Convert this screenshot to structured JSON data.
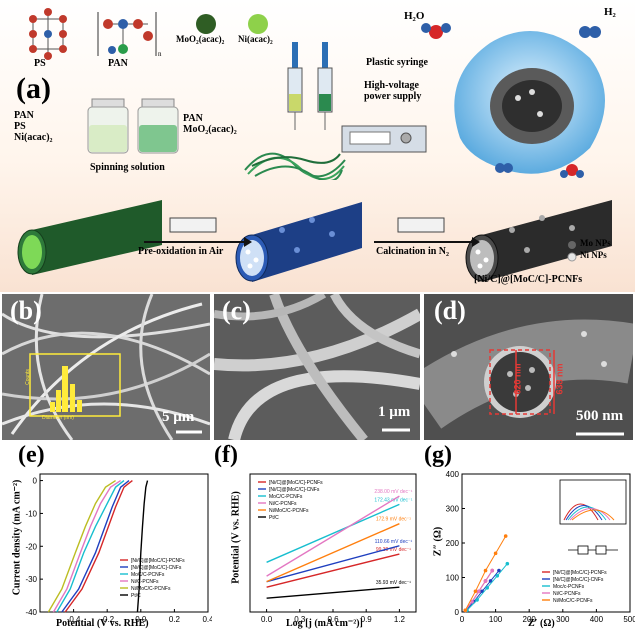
{
  "panel_a": {
    "letter": "(a)",
    "molecules": [
      "PS",
      "PAN",
      "MoO₂(acac)₂",
      "Ni(acac)₂"
    ],
    "subscript_n": "n",
    "h2o": "H₂O",
    "h2": "H₂",
    "syringe_label": "Plastic syringe",
    "power_label_1": "High-voltage",
    "power_label_2": "power supply",
    "left_list": [
      "PAN",
      "PS",
      "Ni(acac)₂"
    ],
    "right_list": [
      "PAN",
      "MoO₂(acac)₂"
    ],
    "spinning": "Spinning solution",
    "step1": "Pre-oxidation in Air",
    "step2": "Calcination in N₂",
    "legend_mo": "Mo NPs",
    "legend_ni": "Ni NPs",
    "product": "[Ni/C]@[MoC/C]-PCNFs",
    "colors": {
      "fiber_green": "#1f5a2a",
      "fiber_blue": "#1d3f86",
      "fiber_black": "#2b2b2b",
      "water": "#6fb8e6"
    }
  },
  "panel_b": {
    "letter": "(b)",
    "scale": "5 μm",
    "inset_xlabel": "Diameter (nm)",
    "inset_ylabel": "Counts"
  },
  "panel_c": {
    "letter": "(c)",
    "scale": "1 μm"
  },
  "panel_d": {
    "letter": "(d)",
    "scale": "500 nm",
    "dim1": "620 nm",
    "dim2": "638 nm"
  },
  "panel_e": {
    "letter": "(e)",
    "chart_data": {
      "type": "line",
      "xlabel": "Potential (V vs. RHE)",
      "ylabel": "Current density (mA cm⁻²)",
      "xlim": [
        -0.6,
        0.4
      ],
      "ylim": [
        -40,
        2
      ],
      "xticks": [
        "-0.4",
        "-0.2",
        "0.0",
        "0.2",
        "0.4"
      ],
      "yticks": [
        "0",
        "-10",
        "-20",
        "-30",
        "-40"
      ],
      "legend_position": "bottom-right",
      "series": [
        {
          "name": "[Ni/C]@[MoC/C]-PCNFs",
          "color": "#d62728",
          "x": [
            -0.45,
            -0.35,
            -0.25,
            -0.2,
            -0.15,
            -0.1,
            -0.05
          ],
          "y": [
            -40,
            -33,
            -22,
            -15,
            -8,
            -2,
            0
          ]
        },
        {
          "name": "[Ni/C]@[MoC/C]-CNFs",
          "color": "#1f3fbf",
          "x": [
            -0.47,
            -0.37,
            -0.27,
            -0.22,
            -0.17,
            -0.12,
            -0.07
          ],
          "y": [
            -40,
            -33,
            -22,
            -15,
            -8,
            -2,
            0
          ]
        },
        {
          "name": "MoC/C-PCNFs",
          "color": "#17becf",
          "x": [
            -0.5,
            -0.42,
            -0.34,
            -0.27,
            -0.2,
            -0.15,
            -0.1
          ],
          "y": [
            -40,
            -33,
            -22,
            -14,
            -7,
            -2,
            0
          ]
        },
        {
          "name": "Ni/C-PCNFs",
          "color": "#e377c2",
          "x": [
            -0.52,
            -0.44,
            -0.36,
            -0.3,
            -0.24,
            -0.18,
            -0.12
          ],
          "y": [
            -40,
            -33,
            -22,
            -14,
            -7,
            -2,
            0
          ]
        },
        {
          "name": "Ni/MoC/C-PCNFs",
          "color": "#bcbd22",
          "x": [
            -0.55,
            -0.47,
            -0.39,
            -0.33,
            -0.27,
            -0.21,
            -0.15
          ],
          "y": [
            -40,
            -33,
            -22,
            -14,
            -7,
            -2,
            0
          ]
        },
        {
          "name": "Pt/C",
          "color": "#000000",
          "x": [
            -0.02,
            -0.01,
            0.0,
            0.01,
            0.02,
            0.03,
            0.04
          ],
          "y": [
            -40,
            -33,
            -22,
            -14,
            -7,
            -2,
            0
          ]
        }
      ]
    }
  },
  "panel_f": {
    "letter": "(f)",
    "chart_data": {
      "type": "line",
      "xlabel": "Log [j (mA cm⁻²)]",
      "ylabel": "Potential (V vs. RHE)",
      "xlim": [
        -0.15,
        1.35
      ],
      "ylim": [
        -0.05,
        0.45
      ],
      "xticks": [
        "0.0",
        "0.3",
        "0.6",
        "0.9",
        "1.2"
      ],
      "legend_position": "top-left",
      "series": [
        {
          "name": "[Ni/C]@[MoC/C]-PCNFs",
          "color": "#d62728",
          "slope_label": "99.30 mV dec⁻¹",
          "x": [
            0.0,
            1.2
          ],
          "y": [
            0.04,
            0.16
          ]
        },
        {
          "name": "[Ni/C]@[MoC/C]-CNFs",
          "color": "#1f3fbf",
          "slope_label": "110.66 mV dec⁻¹",
          "x": [
            0.0,
            1.2
          ],
          "y": [
            0.06,
            0.19
          ]
        },
        {
          "name": "MoC/C-PCNFs",
          "color": "#17becf",
          "slope_label": "172.43 mV dec⁻¹",
          "x": [
            0.0,
            1.2
          ],
          "y": [
            0.13,
            0.34
          ]
        },
        {
          "name": "Ni/C-PCNFs",
          "color": "#e377c2",
          "slope_label": "238.00 mV dec⁻¹",
          "x": [
            0.0,
            1.2
          ],
          "y": [
            0.08,
            0.37
          ]
        },
        {
          "name": "Ni/MoC/C-PCNFs",
          "color": "#ff7f0e",
          "slope_label": "172.9 mV dec⁻¹",
          "x": [
            0.0,
            1.2
          ],
          "y": [
            0.06,
            0.27
          ]
        },
        {
          "name": "Pt/C",
          "color": "#000000",
          "slope_label": "35.93 mV dec⁻¹",
          "x": [
            0.0,
            1.2
          ],
          "y": [
            0.0,
            0.04
          ]
        }
      ]
    }
  },
  "panel_g": {
    "letter": "(g)",
    "chart_data": {
      "type": "scatter",
      "xlabel": "Z′ (Ω)",
      "ylabel": "Z″ (Ω)",
      "xlim": [
        0,
        500
      ],
      "ylim": [
        0,
        400
      ],
      "xticks": [
        "0",
        "100",
        "200",
        "300",
        "400",
        "500"
      ],
      "yticks": [
        "0",
        "100",
        "200",
        "300",
        "400"
      ],
      "legend_position": "bottom-right",
      "series": [
        {
          "name": "[Ni/C]@[MoC/C]-PCNFs",
          "color": "#d62728",
          "x": [
            10,
            30,
            50,
            70,
            90
          ],
          "y": [
            5,
            30,
            60,
            90,
            120
          ]
        },
        {
          "name": "[Ni/C]@[MoC/C]-CNFs",
          "color": "#1f3fbf",
          "x": [
            12,
            35,
            60,
            85,
            110
          ],
          "y": [
            5,
            30,
            60,
            90,
            120
          ]
        },
        {
          "name": "Moc/c-PCNFs",
          "color": "#17becf",
          "x": [
            15,
            45,
            75,
            105,
            135
          ],
          "y": [
            5,
            35,
            70,
            105,
            140
          ]
        },
        {
          "name": "Ni/C-PCNFs",
          "color": "#e377c2",
          "x": [
            10,
            30,
            50,
            70,
            90
          ],
          "y": [
            5,
            30,
            60,
            90,
            120
          ]
        },
        {
          "name": "Ni/MoC/C-PCNFs",
          "color": "#ff7f0e",
          "x": [
            10,
            40,
            70,
            100,
            130
          ],
          "y": [
            5,
            60,
            120,
            170,
            220
          ]
        }
      ]
    }
  }
}
